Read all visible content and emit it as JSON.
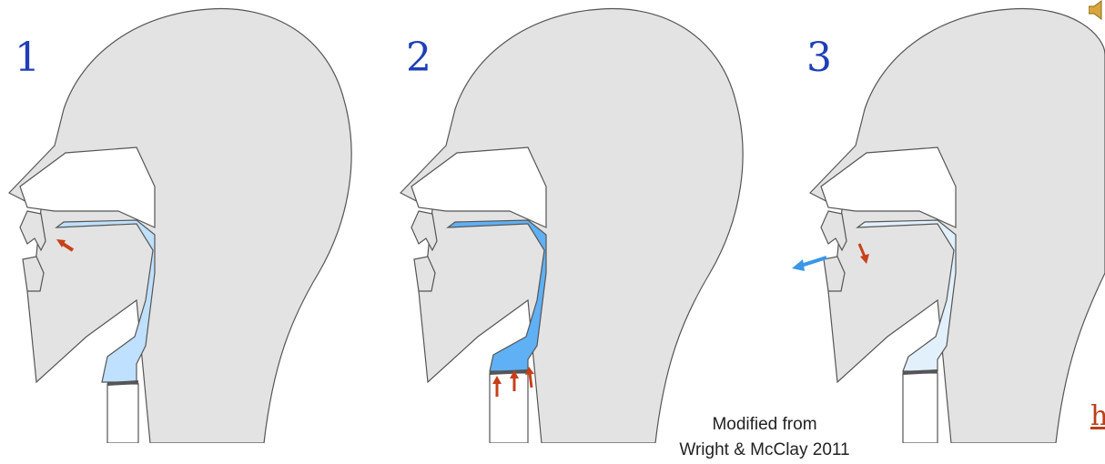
{
  "panels": [
    {
      "number": "1",
      "airway_fill": "#bfe0ff",
      "arrows": "tongue-tip"
    },
    {
      "number": "2",
      "airway_fill": "#5fb0f5",
      "arrows": "larynx-up"
    },
    {
      "number": "3",
      "airway_fill": "#e2f0fc",
      "arrows": "release"
    }
  ],
  "colors": {
    "head": "#e3e3e3",
    "outline": "#555555",
    "arrow_red": "#c8401a",
    "arrow_blue": "#3a96e6",
    "number": "#1f3fb8"
  },
  "caption": {
    "line1": "Modified from",
    "line2": "Wright & McClay 2011"
  },
  "link_fragment": "h",
  "icons": [
    "speaker-icon"
  ]
}
